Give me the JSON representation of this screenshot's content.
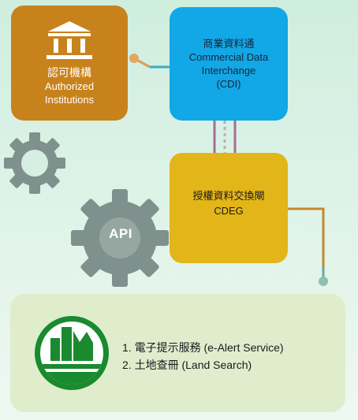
{
  "authorized_institutions": {
    "icon": "bank-building-icon",
    "label_zh": "認可機構",
    "label_en_line1": "Authorized",
    "label_en_line2": "Institutions",
    "color": "#c8821c"
  },
  "cdi": {
    "label_zh": "商業資料通",
    "label_en_line1": "Commercial Data",
    "label_en_line2": "Interchange",
    "label_abbr": "(CDI)",
    "color": "#12a7e6"
  },
  "cdeg": {
    "label_zh": "授權資料交換閘",
    "label_en": "CDEG",
    "color": "#e2b518"
  },
  "api_gear": {
    "label": "API",
    "icon": "gear-icon",
    "color": "#7f918c"
  },
  "small_gear": {
    "icon": "gear-icon",
    "color": "#7f918c"
  },
  "services": {
    "icon": "land-registry-logo-icon",
    "logo_color": "#1a8a2e",
    "items": [
      "1. 電子提示服務 (e-Alert Service)",
      "2. 土地查冊 (Land Search)"
    ]
  }
}
